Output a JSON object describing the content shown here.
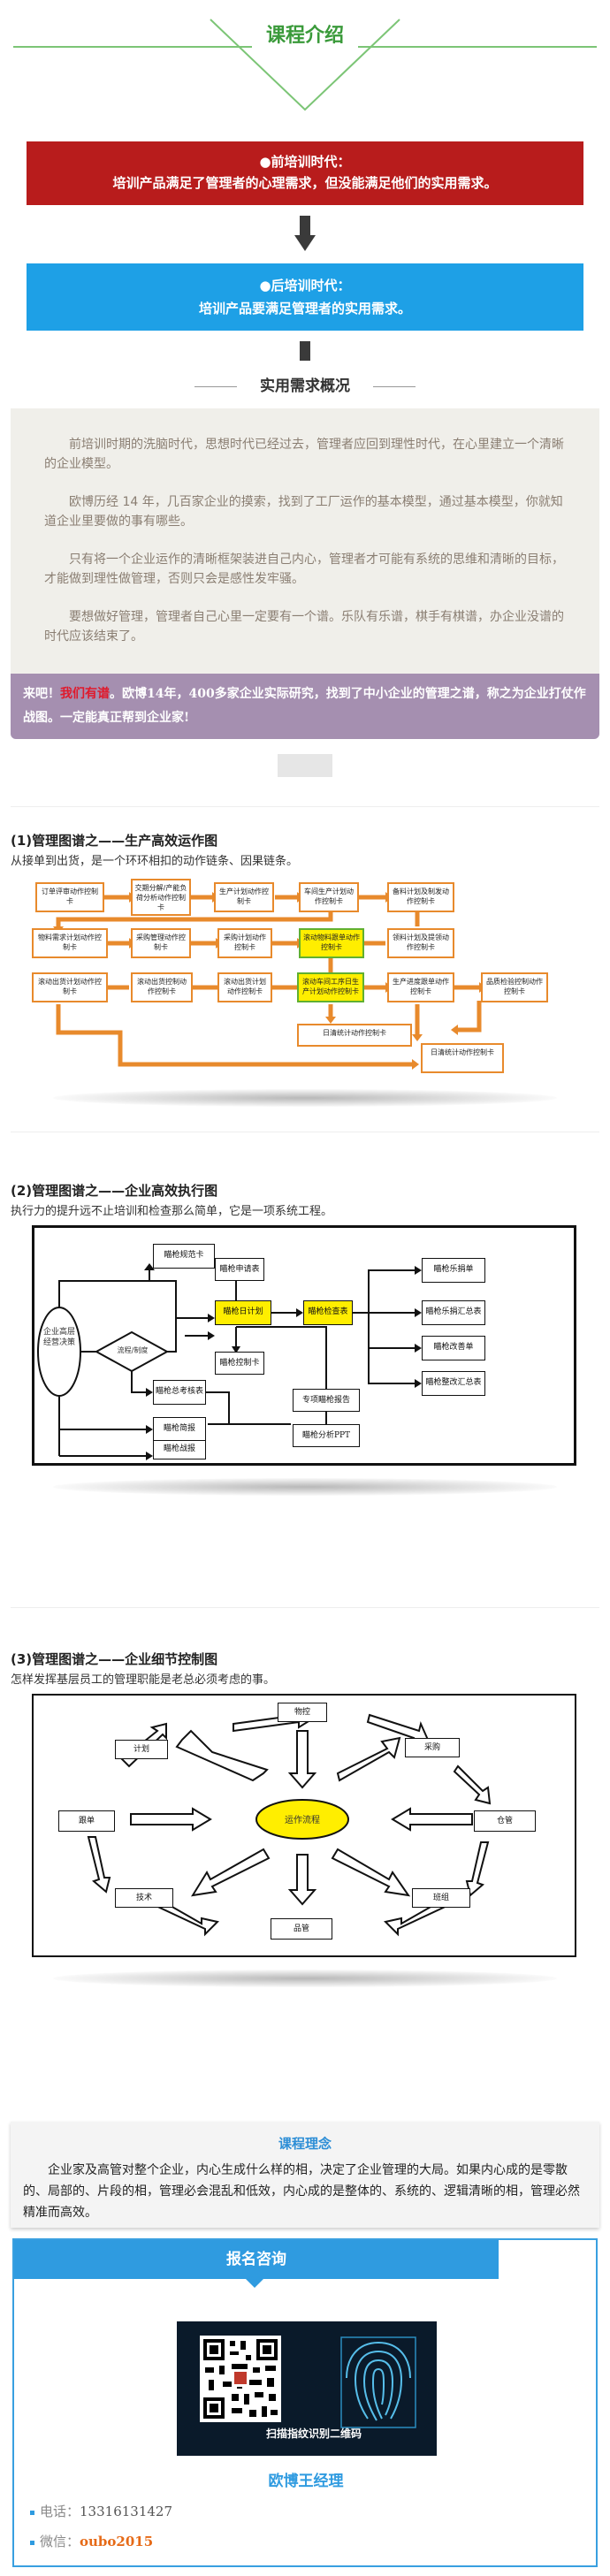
{
  "header": {
    "title": "课程介绍"
  },
  "pre": {
    "title": "●前培训时代：",
    "text": "培训产品满足了管理者的心理需求，但没能满足他们的实用需求。"
  },
  "post": {
    "title": "●后培训时代：",
    "text": "培训产品要满足管理者的实用需求。"
  },
  "section_label": "实用需求概况",
  "intro": [
    "前培训时期的洗脑时代，思想时代已经过去，管理者应回到理性时代，在心里建立一个清晰的企业模型。",
    "欧博历经 14 年，几百家企业的摸索，找到了工厂运作的基本模型，通过基本模型，你就知道企业里要做的事有哪些。",
    "只有将一个企业运作的清晰框架装进自己内心，管理者才可能有系统的思维和清晰的目标，才能做到理性做管理，否则只会是感性发牢骚。",
    "要想做好管理，管理者自己心里一定要有一个谱。乐队有乐谱，棋手有棋谱，办企业没谱的时代应该结束了。"
  ],
  "banner": {
    "pre": "来吧！",
    "highlight": "我们有谱",
    "post": "。欧博14年，400多家企业实际研究，找到了中小企业的管理之谱，称之为企业打仗作战图。一定能真正帮到企业家!"
  },
  "diagram1": {
    "title": "(1)管理图谱之——生产高效运作图",
    "subtitle": "从接单到出货，是一个环环相扣的动作链条、因果链条。",
    "boxes": [
      "订单评审动作控制卡",
      "交期分解/产能负荷分析动作控制卡",
      "生产计划动作控制卡",
      "车间生产计划动作控制卡",
      "备料计划及制发动作控制卡",
      "物料需求计划动作控制卡",
      "采购管理动作控制卡",
      "采购计划动作控制卡",
      "滚动物料跟单动作控制卡",
      "领料计划及提领动作控制卡",
      "滚动出货计划动作控制卡",
      "滚动出货控制动作控制卡",
      "滚动出货计划动作控制卡",
      "滚动车间工序日生产计划动作控制卡",
      "生产进度跟单动作控制卡",
      "品质检验控制动作控制卡",
      "日清统计动作控制卡",
      "日清统计动作控制卡"
    ]
  },
  "diagram2": {
    "title": "(2)管理图谱之——企业高效执行图",
    "subtitle": "执行力的提升远不止培训和检查那么简单，它是一项系统工程。",
    "boxes": [
      "企业高层经营决策",
      "瞄枪规范卡",
      "瞄枪申请表",
      "流程/制度",
      "瞄枪日计划",
      "瞄枪检查表",
      "瞄枪控制卡",
      "瞄枪乐捐单",
      "瞄枪乐捐汇总表",
      "瞄枪改善单",
      "瞄枪整改汇总表",
      "专项瞄枪报告",
      "瞄枪分析PPT",
      "瞄枪总考核表",
      "瞄枪简报",
      "瞄枪战报"
    ]
  },
  "diagram3": {
    "title": "(3)管理图谱之——企业细节控制图",
    "subtitle": "怎样发挥基层员工的管理职能是老总必须考虑的事。",
    "center": "运作流程",
    "nodes": [
      "物控",
      "计划",
      "采购",
      "跟单",
      "仓管",
      "技术",
      "品管",
      "班组"
    ]
  },
  "concept": {
    "title": "课程理念",
    "text": "企业家及高管对整个企业，内心生成什么样的相，决定了企业管理的大局。如果内心成的是零散的、局部的、片段的相，管理必会混乱和低效，内心成的是整体的、系统的、逻辑清晰的相，管理必然精准而高效。"
  },
  "contact": {
    "title": "报名咨询",
    "qr_caption": "扫描指纹识别二维码",
    "name": "欧博王经理",
    "phone_label": "电话：",
    "phone": "13316131427",
    "wechat_label": "微信：",
    "wechat": "oubo2015"
  },
  "colors": {
    "red": "#b81c1c",
    "blue": "#1ea0e6",
    "green": "#3a9a3a",
    "purple": "#a58fb0",
    "orange": "#e88a2c"
  }
}
